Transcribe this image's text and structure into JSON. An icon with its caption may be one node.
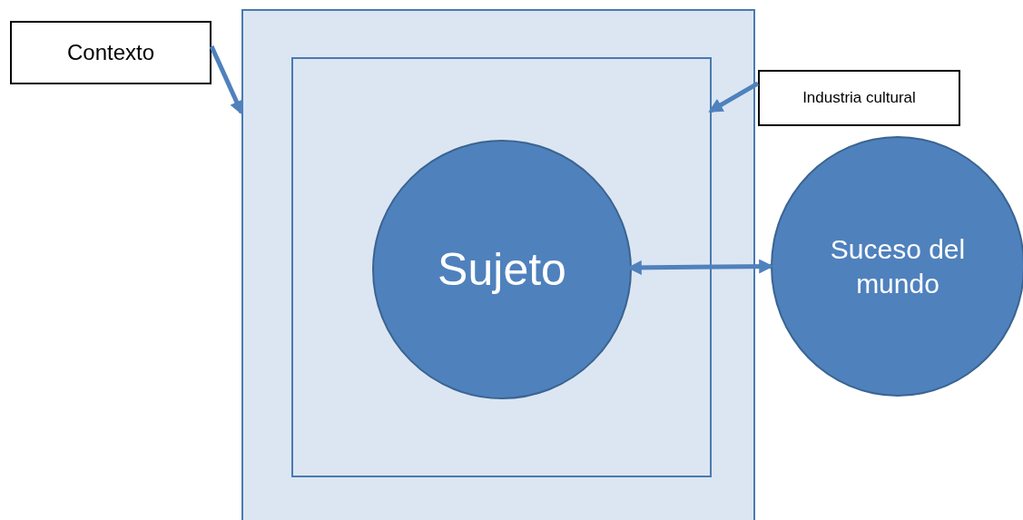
{
  "diagram": {
    "nodes": [
      {
        "text": [
          "Contexto"
        ]
      },
      {
        "text": [],
        "shape": "box"
      },
      {
        "text": [],
        "shape": "box",
        "in": 1
      },
      {
        "text": [
          "Industria cultural"
        ]
      },
      {
        "text": [
          "Sujeto"
        ],
        "in": 2
      },
      {
        "text": [
          "Suceso del mundo"
        ]
      }
    ],
    "edges": [
      {
        "from": 0,
        "to": 1,
        "arrow": "to"
      },
      {
        "from": 3,
        "to": 2,
        "arrow": "to"
      },
      {
        "from": 4,
        "to": 5,
        "arrow": "both"
      }
    ]
  }
}
